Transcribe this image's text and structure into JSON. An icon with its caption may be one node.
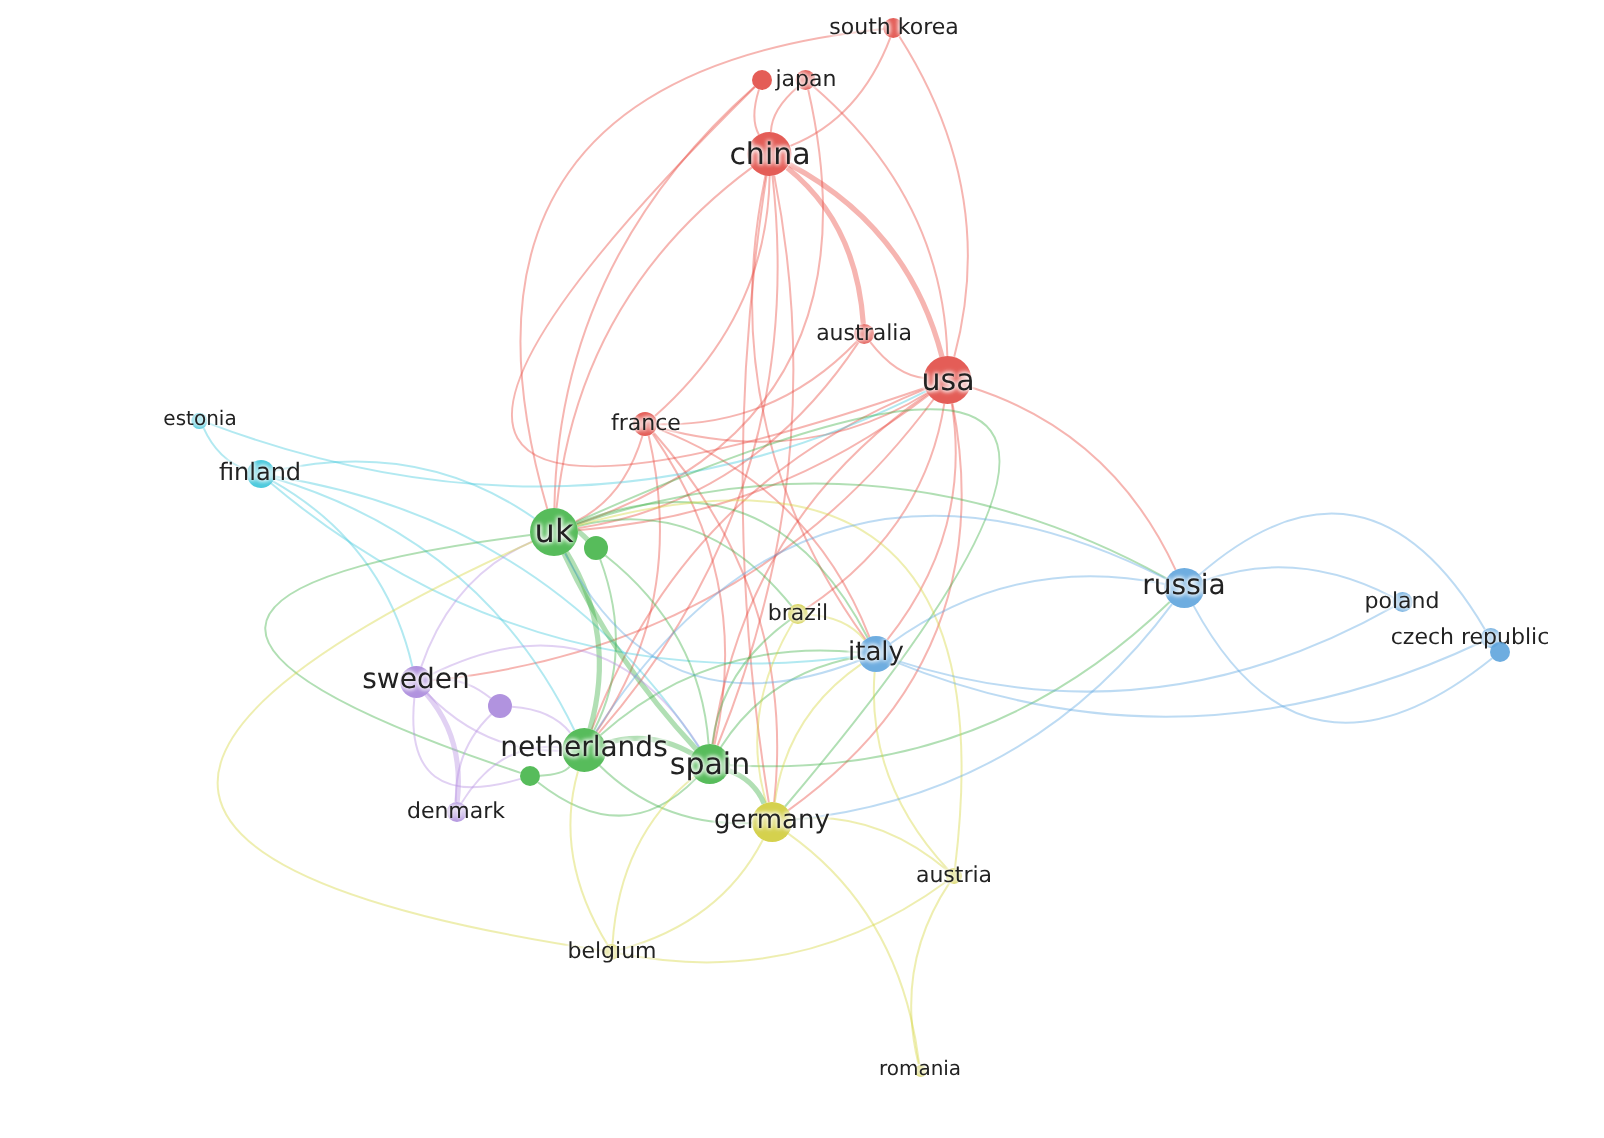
{
  "diagram": {
    "nodes": [
      {
        "text": [
          "china"
        ]
      },
      {
        "text": [],
        "shape": "circle"
      },
      {
        "text": [
          "japan"
        ]
      },
      {
        "text": [
          "south korea"
        ]
      },
      {
        "text": [
          "australia"
        ]
      },
      {
        "text": [
          "usa"
        ]
      },
      {
        "text": [
          "france"
        ]
      },
      {
        "text": [
          "estonia"
        ]
      },
      {
        "text": [
          "finland"
        ]
      },
      {
        "text": [
          "uk"
        ]
      },
      {
        "text": [],
        "shape": "circle"
      },
      {
        "text": [
          "sweden"
        ]
      },
      {
        "text": [],
        "shape": "circle"
      },
      {
        "text": [
          "netherlands"
        ]
      },
      {
        "text": [],
        "shape": "circle"
      },
      {
        "text": [
          "denmark"
        ]
      },
      {
        "text": [
          "spain"
        ]
      },
      {
        "text": [
          "germany"
        ]
      },
      {
        "text": [
          "brazil"
        ]
      },
      {
        "text": [
          "italy"
        ]
      },
      {
        "text": [
          "russia"
        ]
      },
      {
        "text": [
          "poland"
        ]
      },
      {
        "text": [
          "czech republic"
        ]
      },
      {
        "text": [],
        "shape": "circle"
      },
      {
        "text": [
          "austria"
        ]
      },
      {
        "text": [
          "belgium"
        ]
      },
      {
        "text": [
          "romania"
        ]
      }
    ],
    "edges": [
      {
        "from": 5,
        "to": 0,
        "arrow": "none",
        "style": "thick",
        "color": "#e8453c"
      },
      {
        "from": 5,
        "to": 2,
        "arrow": "none",
        "color": "#e8453c"
      },
      {
        "from": 5,
        "to": 3,
        "arrow": "none",
        "color": "#e8453c"
      },
      {
        "from": 5,
        "to": 4,
        "arrow": "none",
        "color": "#e8453c"
      },
      {
        "from": 5,
        "to": 6,
        "arrow": "none",
        "color": "#e8453c"
      },
      {
        "from": 5,
        "to": 9,
        "arrow": "none",
        "color": "#e8453c"
      },
      {
        "from": 5,
        "to": 13,
        "arrow": "none",
        "color": "#e8453c"
      },
      {
        "from": 5,
        "to": 16,
        "arrow": "none",
        "color": "#e8453c"
      },
      {
        "from": 5,
        "to": 17,
        "arrow": "none",
        "color": "#e8453c"
      },
      {
        "from": 5,
        "to": 19,
        "arrow": "none",
        "color": "#e8453c"
      },
      {
        "from": 5,
        "to": 20,
        "arrow": "none",
        "color": "#e8453c"
      },
      {
        "from": 5,
        "to": 18,
        "arrow": "none",
        "color": "#e8453c"
      },
      {
        "from": 5,
        "to": 11,
        "arrow": "none",
        "color": "#e8453c"
      },
      {
        "from": 5,
        "to": 1,
        "arrow": "none",
        "color": "#e8453c"
      },
      {
        "from": 0,
        "to": 2,
        "arrow": "none",
        "color": "#e8453c"
      },
      {
        "from": 0,
        "to": 3,
        "arrow": "none",
        "color": "#e8453c"
      },
      {
        "from": 0,
        "to": 4,
        "arrow": "none",
        "style": "thick",
        "color": "#e8453c"
      },
      {
        "from": 0,
        "to": 6,
        "arrow": "none",
        "color": "#e8453c"
      },
      {
        "from": 0,
        "to": 9,
        "arrow": "none",
        "color": "#e8453c"
      },
      {
        "from": 0,
        "to": 13,
        "arrow": "none",
        "color": "#e8453c"
      },
      {
        "from": 0,
        "to": 16,
        "arrow": "none",
        "color": "#e8453c"
      },
      {
        "from": 0,
        "to": 17,
        "arrow": "none",
        "color": "#e8453c"
      },
      {
        "from": 0,
        "to": 19,
        "arrow": "none",
        "color": "#e8453c"
      },
      {
        "from": 0,
        "to": 1,
        "arrow": "none",
        "color": "#e8453c"
      },
      {
        "from": 1,
        "to": 9,
        "arrow": "none",
        "color": "#e8453c"
      },
      {
        "from": 2,
        "to": 9,
        "arrow": "none",
        "color": "#e8453c"
      },
      {
        "from": 3,
        "to": 9,
        "arrow": "none",
        "color": "#e8453c"
      },
      {
        "from": 4,
        "to": 9,
        "arrow": "none",
        "color": "#e8453c"
      },
      {
        "from": 4,
        "to": 6,
        "arrow": "none",
        "color": "#e8453c"
      },
      {
        "from": 6,
        "to": 9,
        "arrow": "none",
        "color": "#e8453c"
      },
      {
        "from": 6,
        "to": 16,
        "arrow": "none",
        "color": "#e8453c"
      },
      {
        "from": 6,
        "to": 19,
        "arrow": "none",
        "color": "#e8453c"
      },
      {
        "from": 6,
        "to": 13,
        "arrow": "none",
        "color": "#e8453c"
      },
      {
        "from": 6,
        "to": 17,
        "arrow": "none",
        "color": "#e8453c"
      },
      {
        "from": 8,
        "to": 7,
        "arrow": "none",
        "color": "#3ec9dc"
      },
      {
        "from": 7,
        "to": 5,
        "arrow": "none",
        "color": "#3ec9dc"
      },
      {
        "from": 8,
        "to": 9,
        "arrow": "none",
        "color": "#3ec9dc"
      },
      {
        "from": 8,
        "to": 11,
        "arrow": "none",
        "color": "#3ec9dc"
      },
      {
        "from": 8,
        "to": 13,
        "arrow": "none",
        "color": "#3ec9dc"
      },
      {
        "from": 8,
        "to": 16,
        "arrow": "none",
        "color": "#3ec9dc"
      },
      {
        "from": 8,
        "to": 19,
        "arrow": "none",
        "color": "#3ec9dc"
      },
      {
        "from": 9,
        "to": 10,
        "arrow": "none",
        "style": "thick",
        "color": "#3cb043"
      },
      {
        "from": 9,
        "to": 13,
        "arrow": "none",
        "style": "thick",
        "color": "#3cb043"
      },
      {
        "from": 9,
        "to": 16,
        "arrow": "none",
        "style": "thick",
        "color": "#3cb043"
      },
      {
        "from": 9,
        "to": 17,
        "arrow": "none",
        "color": "#3cb043"
      },
      {
        "from": 9,
        "to": 19,
        "arrow": "none",
        "color": "#3cb043"
      },
      {
        "from": 9,
        "to": 14,
        "arrow": "none",
        "color": "#3cb043"
      },
      {
        "from": 9,
        "to": 18,
        "arrow": "none",
        "color": "#3cb043"
      },
      {
        "from": 9,
        "to": 20,
        "arrow": "none",
        "color": "#3cb043"
      },
      {
        "from": 10,
        "to": 13,
        "arrow": "none",
        "color": "#3cb043"
      },
      {
        "from": 10,
        "to": 16,
        "arrow": "none",
        "color": "#3cb043"
      },
      {
        "from": 13,
        "to": 16,
        "arrow": "none",
        "style": "thick",
        "color": "#3cb043"
      },
      {
        "from": 13,
        "to": 14,
        "arrow": "none",
        "color": "#3cb043"
      },
      {
        "from": 13,
        "to": 17,
        "arrow": "none",
        "color": "#3cb043"
      },
      {
        "from": 13,
        "to": 19,
        "arrow": "none",
        "color": "#3cb043"
      },
      {
        "from": 16,
        "to": 17,
        "arrow": "none",
        "style": "thick",
        "color": "#3cb043"
      },
      {
        "from": 16,
        "to": 19,
        "arrow": "none",
        "color": "#3cb043"
      },
      {
        "from": 16,
        "to": 20,
        "arrow": "none",
        "color": "#3cb043"
      },
      {
        "from": 16,
        "to": 18,
        "arrow": "none",
        "color": "#3cb043"
      },
      {
        "from": 14,
        "to": 16,
        "arrow": "none",
        "color": "#3cb043"
      },
      {
        "from": 11,
        "to": 12,
        "arrow": "none",
        "color": "#b48ce0"
      },
      {
        "from": 11,
        "to": 15,
        "arrow": "none",
        "style": "thick",
        "color": "#b48ce0"
      },
      {
        "from": 11,
        "to": 9,
        "arrow": "none",
        "color": "#b48ce0"
      },
      {
        "from": 11,
        "to": 13,
        "arrow": "none",
        "color": "#b48ce0"
      },
      {
        "from": 12,
        "to": 15,
        "arrow": "none",
        "color": "#b48ce0"
      },
      {
        "from": 12,
        "to": 13,
        "arrow": "none",
        "color": "#b48ce0"
      },
      {
        "from": 15,
        "to": 13,
        "arrow": "none",
        "color": "#b48ce0"
      },
      {
        "from": 11,
        "to": 14,
        "arrow": "none",
        "color": "#b48ce0"
      },
      {
        "from": 11,
        "to": 16,
        "arrow": "none",
        "color": "#b48ce0"
      },
      {
        "from": 17,
        "to": 24,
        "arrow": "none",
        "color": "#d4d43a"
      },
      {
        "from": 17,
        "to": 25,
        "arrow": "none",
        "color": "#d4d43a"
      },
      {
        "from": 17,
        "to": 26,
        "arrow": "none",
        "color": "#d4d43a"
      },
      {
        "from": 17,
        "to": 19,
        "arrow": "none",
        "color": "#d4d43a"
      },
      {
        "from": 24,
        "to": 19,
        "arrow": "none",
        "color": "#d4d43a"
      },
      {
        "from": 24,
        "to": 25,
        "arrow": "none",
        "color": "#d4d43a"
      },
      {
        "from": 25,
        "to": 13,
        "arrow": "none",
        "color": "#d4d43a"
      },
      {
        "from": 25,
        "to": 16,
        "arrow": "none",
        "color": "#d4d43a"
      },
      {
        "from": 25,
        "to": 9,
        "arrow": "none",
        "color": "#d4d43a"
      },
      {
        "from": 26,
        "to": 24,
        "arrow": "none",
        "color": "#d4d43a"
      },
      {
        "from": 17,
        "to": 18,
        "arrow": "none",
        "color": "#d4d43a"
      },
      {
        "from": 24,
        "to": 9,
        "arrow": "none",
        "color": "#d4d43a"
      },
      {
        "from": 18,
        "to": 19,
        "arrow": "none",
        "color": "#d4d43a"
      },
      {
        "from": 19,
        "to": 20,
        "arrow": "none",
        "color": "#5aa6e0"
      },
      {
        "from": 20,
        "to": 21,
        "arrow": "none",
        "color": "#5aa6e0"
      },
      {
        "from": 20,
        "to": 22,
        "arrow": "none",
        "color": "#5aa6e0"
      },
      {
        "from": 19,
        "to": 21,
        "arrow": "none",
        "color": "#5aa6e0"
      },
      {
        "from": 19,
        "to": 22,
        "arrow": "none",
        "color": "#5aa6e0"
      },
      {
        "from": 20,
        "to": 23,
        "arrow": "none",
        "color": "#5aa6e0"
      },
      {
        "from": 20,
        "to": 13,
        "arrow": "none",
        "color": "#5aa6e0"
      },
      {
        "from": 19,
        "to": 9,
        "arrow": "none",
        "color": "#5aa6e0"
      },
      {
        "from": 20,
        "to": 17,
        "arrow": "none",
        "color": "#5aa6e0"
      }
    ]
  }
}
